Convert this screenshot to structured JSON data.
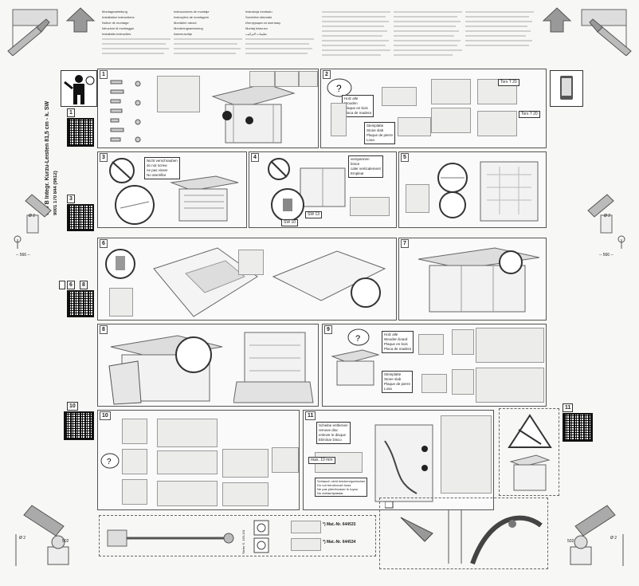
{
  "header": {
    "languages": [
      "Montageanleitung",
      "Installation instructions",
      "Notice de montage",
      "Istruzioni di montaggio",
      "Installatie-instructies",
      "Instrucciones de montaje",
      "Instruções de montagem",
      "Montážní návod",
      "Monteringsanvisning",
      "Asennusohje",
      "Instrukcja montażu",
      "Szerelési útmutató",
      "Инструкция по монтажу",
      "Montaj kılavuzu",
      "تعليمات التركيب"
    ]
  },
  "product": {
    "line1": "640 B Integr. Kurzu-Leisten 81,5 cm - k. SW",
    "line2": "9001 170 844 (9612)"
  },
  "side_labels": {
    "qr1": "1",
    "qr3": "3",
    "qr6": "6",
    "qr8": "8",
    "qr10": "10",
    "qr11": "11",
    "dim_left": "-- 566 --",
    "dim_right": "-- 566 --",
    "dim_bottom_left": "502",
    "dim_bottom_right": "502",
    "dia_left": "Ø 2",
    "dia_right": "Ø 2",
    "dia_bl": "Ø 2",
    "dia_br": "Ø 2"
  },
  "panels": {
    "p1": "1",
    "p2": "2",
    "p3": "3",
    "p4": "4",
    "p5": "5",
    "p6": "6",
    "p7": "7",
    "p8": "8",
    "p9": "9",
    "p10": "10",
    "p11": "11"
  },
  "callouts": {
    "p2_top": [
      "Holz alle",
      "Wooden",
      "Plaque en bois",
      "Placa de madera"
    ],
    "p2_bottom": [
      "Steinplatte",
      "Stone slab",
      "Plaque de pierre",
      "Losa"
    ],
    "p2_torx1": "Torx T 20",
    "p2_torx2": "Torx T 20",
    "p3": [
      "Nicht verschrauben",
      "do not screw",
      "ne pas visser",
      "No atornillar"
    ],
    "p4": [
      "verspannen",
      "brace",
      "caler verticalement",
      "Emplear"
    ],
    "p4_sw1": "SW 13",
    "p4_sw2": "SW 10",
    "p9_top": [
      "Holz alle",
      "Wooden board",
      "Plaque en bois",
      "Placa de madera"
    ],
    "p9_bottom": [
      "Steinplatte",
      "Stone slab",
      "Plaque de pierre",
      "Losa"
    ],
    "p11_box": [
      "Scheibe entfernen",
      "remove disc",
      "enlever le disque",
      "Eliminar Disco"
    ],
    "p11_max": "max. 10 mm",
    "p11_bottom": [
      "Schlauch nicht knicken/quetschen",
      "Do not bend/crush hose",
      "Ne pas plier/écraser le tuyau",
      "No doblar/aplastar"
    ]
  },
  "accessories": {
    "part1": "*) Mat.-Nr. 644533",
    "part2": "*) Mat.-Nr. 644534",
    "note": "Siehe S. 150-151"
  }
}
